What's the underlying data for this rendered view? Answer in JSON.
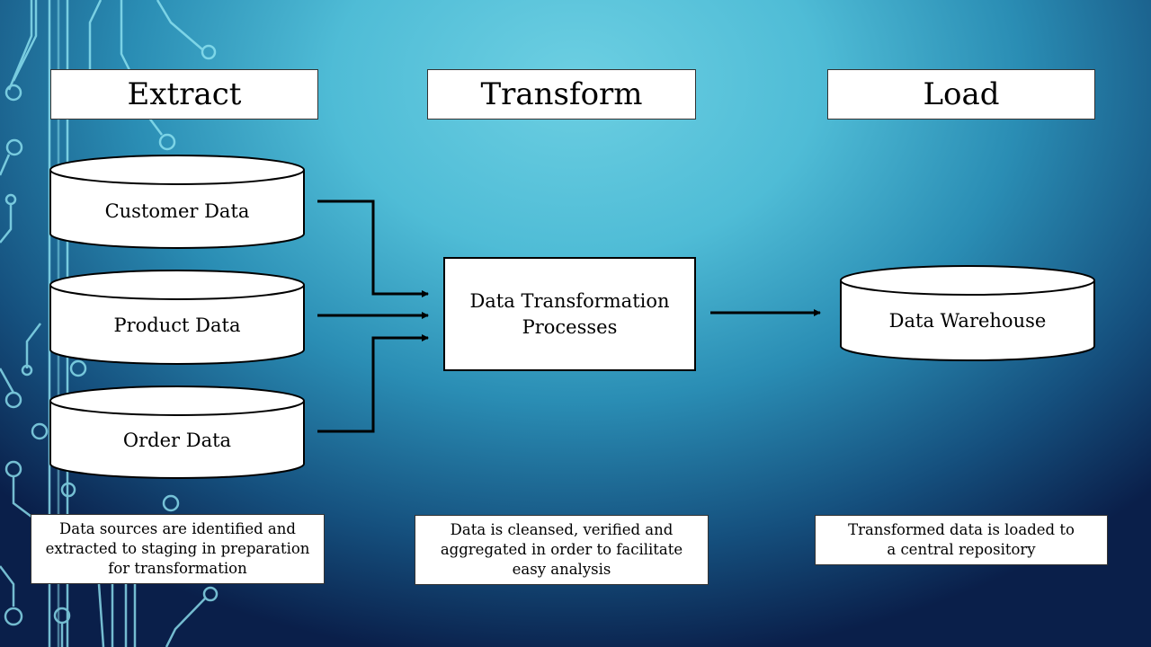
{
  "headers": {
    "extract": "Extract",
    "transform": "Transform",
    "load": "Load"
  },
  "sources": [
    {
      "label": "Customer Data"
    },
    {
      "label": "Product Data"
    },
    {
      "label": "Order Data"
    }
  ],
  "process": {
    "label": "Data Transformation Processes"
  },
  "target": {
    "label": "Data Warehouse"
  },
  "notes": {
    "extract": "Data sources are identified and extracted to staging in preparation for transformation",
    "transform": "Data is cleansed, verified and aggregated in order to facilitate easy analysis",
    "load": "Transformed data is loaded to a central repository"
  },
  "colors": {
    "background_light": "#6ccfe2",
    "background_dark": "#0a1f4a",
    "circuit": "#8fe4f2"
  }
}
